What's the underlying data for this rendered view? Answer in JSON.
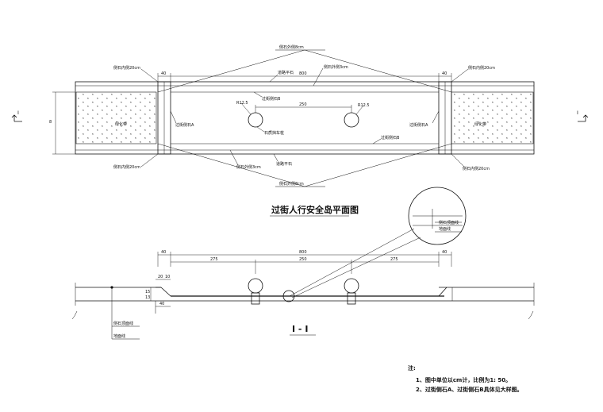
{
  "plan": {
    "title": "过街人行安全岛平面图",
    "labels": {
      "curb_outer_top": "侧石外侧8cm",
      "curb_inner_top_left": "侧石内侧20cm",
      "curb_inner_top_right": "侧石内侧20cm",
      "curb_inner_bottom_left": "侧石内侧20cm",
      "curb_inner_bottom_right": "侧石内侧20cm",
      "curb_outer_mid_top": "侧石外侧3cm",
      "curb_outer_mid_bottom": "侧石外侧3cm",
      "curb_outer_bottom": "侧石外侧8cm",
      "curb_a_left": "过街侧石A",
      "curb_a_right": "过街侧石A",
      "curb_b_top": "过街侧石B",
      "curb_b_bottom": "过街侧石B",
      "road_level_top": "道路平石",
      "road_level_bottom": "道路平石",
      "green_left": "绿化带",
      "green_right": "绿化带",
      "bollard_note": "石质挡车桩",
      "radius_left": "R12.5",
      "radius_right": "R12.5",
      "section_mark_left": "I",
      "section_mark_right": "I"
    },
    "dims": {
      "top_left": "40",
      "top_mid": "800",
      "top_right": "40",
      "bollard_spacing": "250",
      "height": "8"
    }
  },
  "section": {
    "title": "I - I",
    "dims": {
      "left": "40",
      "mid": "800",
      "right": "40",
      "seg1": "275",
      "seg2": "250",
      "seg3": "275",
      "det_a": "20",
      "det_b": "10",
      "det_c": "40",
      "det_h1": "15",
      "det_h2": "13"
    },
    "labels": {
      "curb_top": "侧石顶面线",
      "ground": "地面线"
    },
    "detail": {
      "curb_top": "侧石顶面线",
      "ground": "地面线"
    }
  },
  "notes": {
    "heading": "注:",
    "items": [
      "1、图中单位以cm计，比例为1: 50。",
      "2、过街侧石A、过街侧石B具体见大样图。"
    ]
  }
}
